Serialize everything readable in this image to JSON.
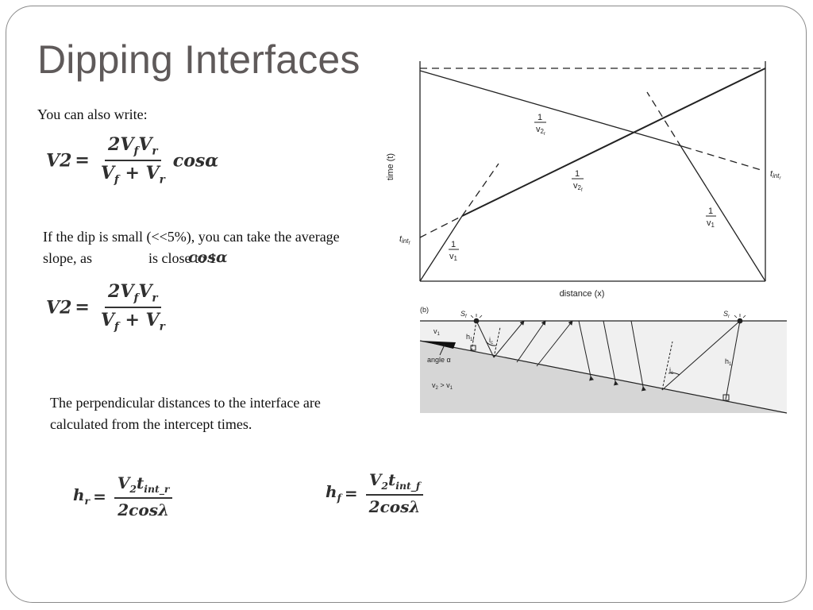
{
  "slide": {
    "title": "Dipping Interfaces",
    "text1": "You can also write:",
    "text2_line1": "If the dip is small (<<5%), you can take the average",
    "text2_line2a": "slope, as",
    "text2_line2b": "is close to 1",
    "text3_line1": "The perpendicular distances to the interface are",
    "text3_line2": "calculated from the intercept times."
  },
  "equations": {
    "eq1": {
      "lhs": "V2",
      "eq": "=",
      "num": "2V",
      "num_s1": "f",
      "num_b": "V",
      "num_s2": "r",
      "den_a": "V",
      "den_s1": "f",
      "den_plus": " + V",
      "den_s2": "r",
      "tail": "cosα"
    },
    "inline_cos": "cosα",
    "eq2": {
      "lhs": "V2",
      "eq": "=",
      "num": "2V",
      "num_s1": "f",
      "num_b": "V",
      "num_s2": "r",
      "den_a": "V",
      "den_s1": "f",
      "den_plus": " + V",
      "den_s2": "r"
    },
    "eq_hr": {
      "lhs": "h",
      "lhs_s": "r",
      "eq": "=",
      "num_a": "V",
      "num_s1": "2",
      "num_b": "t",
      "num_s2": "int_r",
      "den": "2cosλ"
    },
    "eq_hf": {
      "lhs": "h",
      "lhs_s": "f",
      "eq": "=",
      "num_a": "V",
      "num_s1": "2",
      "num_b": "t",
      "num_s2": "int_f",
      "den": "2cosλ"
    }
  },
  "figure_a": {
    "xlabel": "distance (x)",
    "ylabel": "time (t)",
    "t_int_r": "t",
    "t_int_r_sub": "int",
    "t_int_r_subsub": "r",
    "t_int_f": "t",
    "t_int_f_sub": "int",
    "t_int_f_subsub": "f",
    "slope_v2r_num": "1",
    "slope_v2r_den": "v",
    "slope_v2r_sub": "2",
    "slope_v2r_subsub": "r",
    "slope_v2f_num": "1",
    "slope_v2f_den": "v",
    "slope_v2f_sub": "2",
    "slope_v2f_subsub": "f",
    "slope_v1_left_num": "1",
    "slope_v1_left_den": "v",
    "slope_v1_left_sub": "1",
    "slope_v1_right_num": "1",
    "slope_v1_right_den": "v",
    "slope_v1_right_sub": "1"
  },
  "figure_b": {
    "panel_label": "(b)",
    "source_f": "S",
    "source_f_sub": "f",
    "source_r": "S",
    "source_r_sub": "r",
    "v1_label": "v",
    "v1_sub": "1",
    "h1f_label": "h",
    "h1f_sub": "1",
    "h1f_subsub": "f",
    "h1r_label": "h",
    "h1r_sub": "1",
    "h1r_subsub": "r",
    "ic_left": "i",
    "ic_left_sub": "c",
    "ic_right": "i",
    "ic_right_sub": "c",
    "angle_label": "angle α",
    "v2_label": "v",
    "v2_sub": "2",
    "v2_rel": " > v",
    "v2_rel_sub": "1"
  }
}
